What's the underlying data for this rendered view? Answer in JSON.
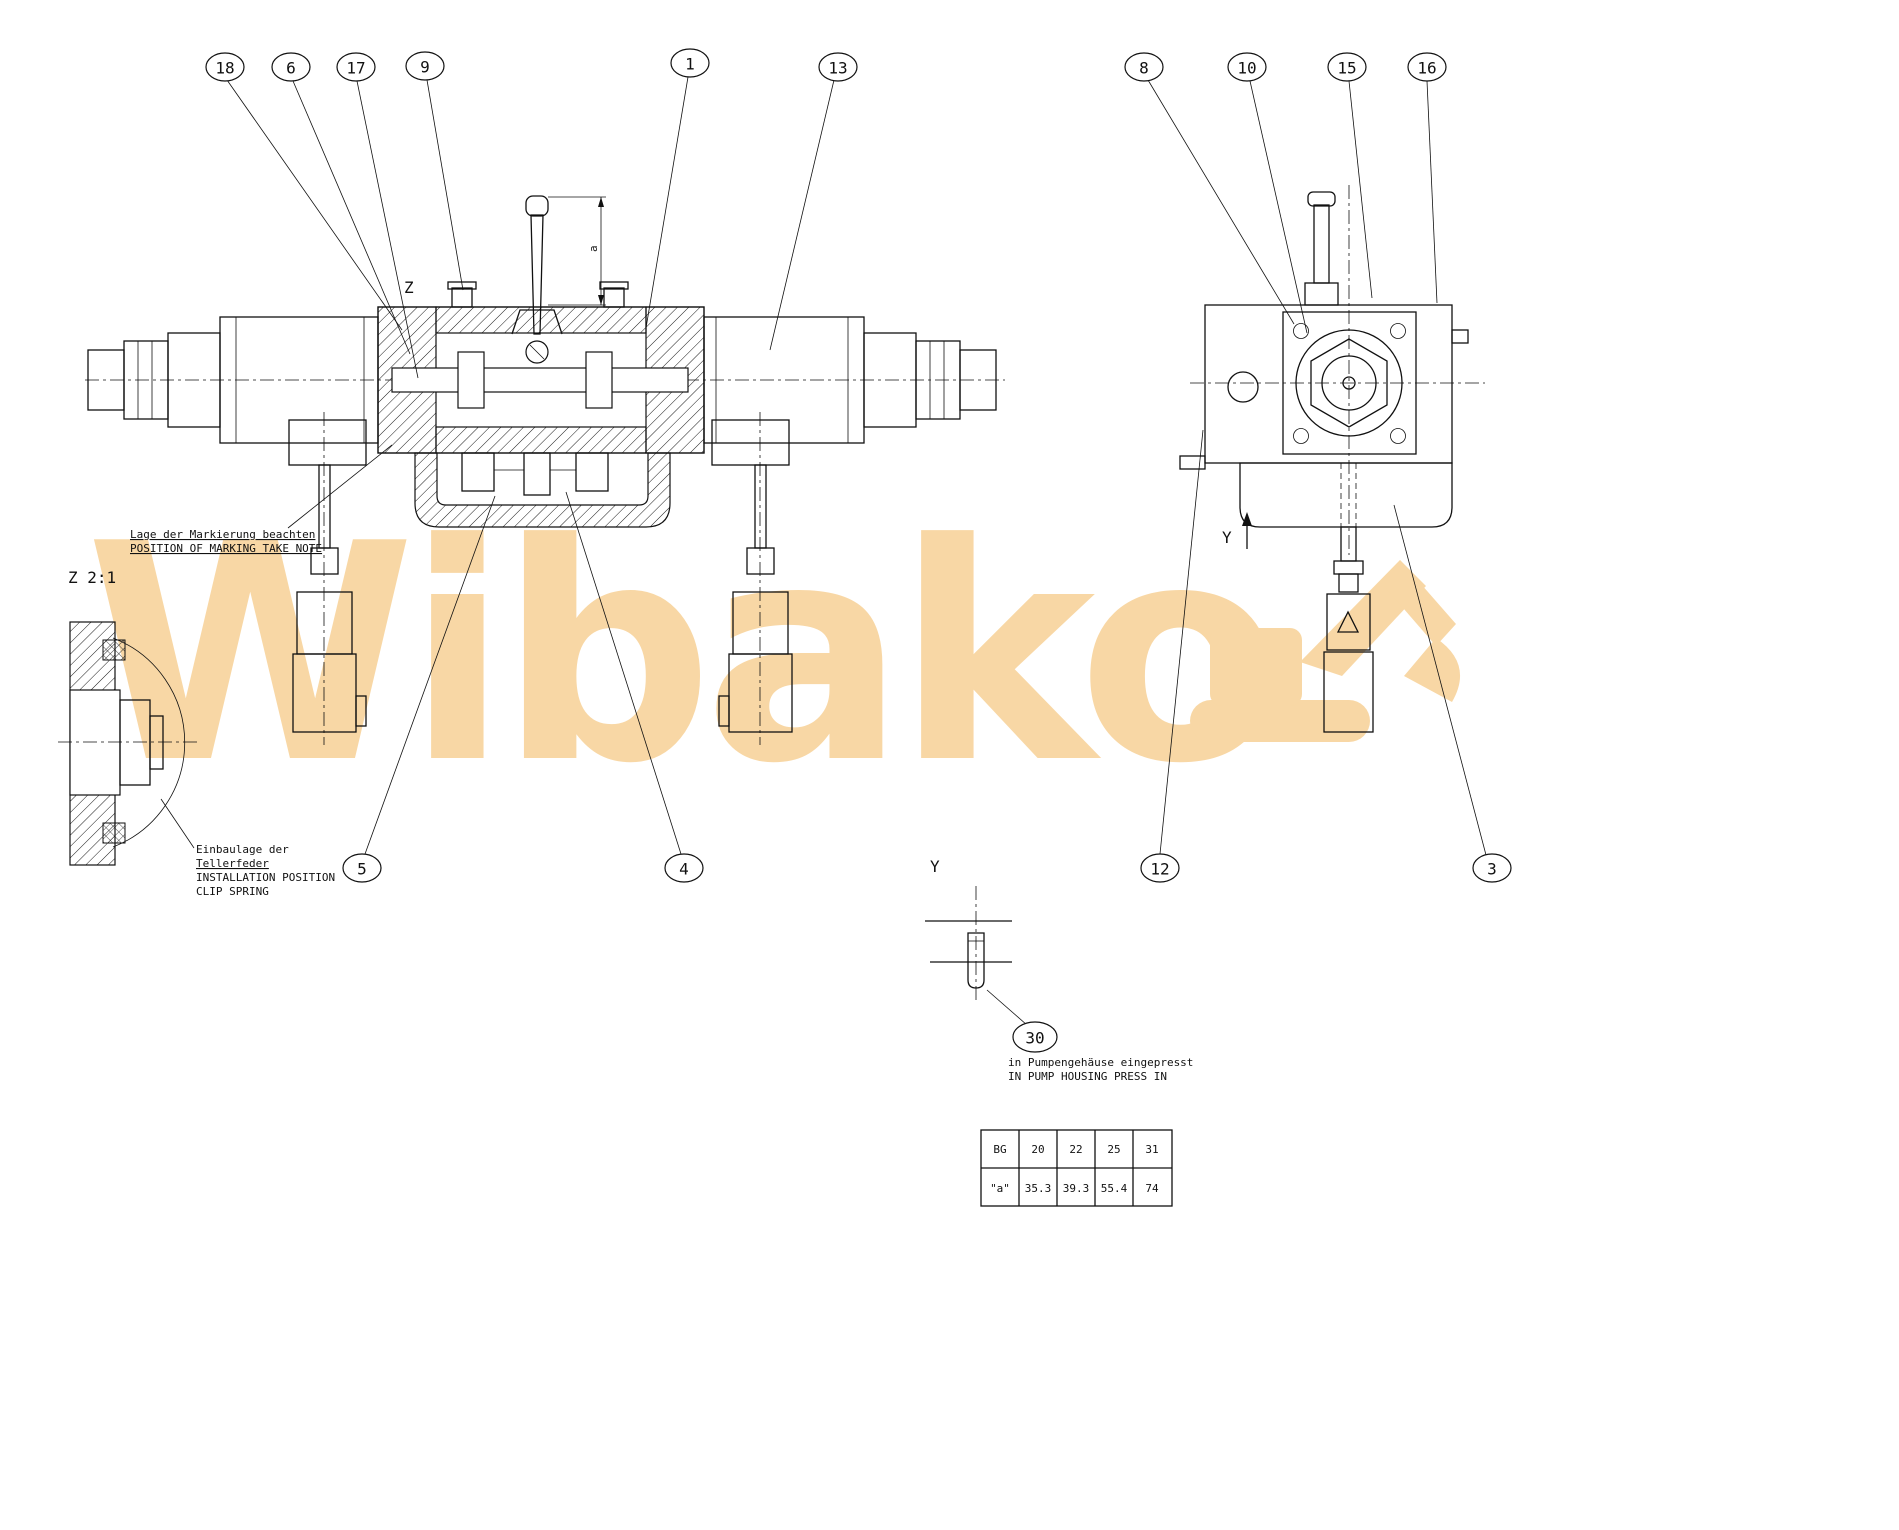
{
  "watermark": {
    "text": "Wibako"
  },
  "balloons": [
    "18",
    "6",
    "17",
    "9",
    "1",
    "13",
    "8",
    "10",
    "15",
    "16",
    "5",
    "4",
    "12",
    "3",
    "30"
  ],
  "annotations": {
    "detail_title": "Z 2:1",
    "z_label": "Z",
    "y_label_side": "Y",
    "y_label_detail": "Y",
    "dim_label": "a",
    "marking_de": "Lage der Markierung beachten",
    "marking_en": "POSITION OF MARKING TAKE NOTE",
    "install_de1": "Einbaulage der",
    "install_de2": "Tellerfeder",
    "install_en1": "INSTALLATION POSITION",
    "install_en2": "CLIP SPRING",
    "press_de": "in Pumpengehäuse eingepresst",
    "press_en": "IN PUMP HOUSING PRESS IN"
  },
  "table": {
    "header": [
      "BG",
      "20",
      "22",
      "25",
      "31"
    ],
    "values": [
      "\"a\"",
      "35.3",
      "39.3",
      "55.4",
      "74"
    ]
  },
  "colors": {
    "line": "#111111",
    "watermark": "#f2b14d"
  }
}
